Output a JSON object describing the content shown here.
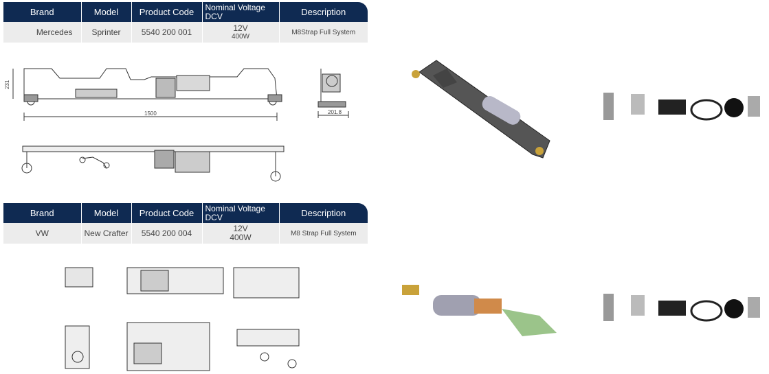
{
  "columns": [
    "Brand",
    "Model",
    "Product Code",
    "Nominal Voltage DCV",
    "Description"
  ],
  "products": [
    {
      "brand": "Mercedes",
      "model": "Sprinter",
      "product_code": "5540 200 001",
      "voltage": "12V",
      "power": "400W",
      "description": "M8Strap Full System",
      "dimensions": {
        "height": "231",
        "length": "1500",
        "depth": "201.8"
      }
    },
    {
      "brand": "VW",
      "model": "New Crafter",
      "product_code": "5540 200 004",
      "voltage": "12V",
      "power": "400W",
      "description": "M8 Strap Full System"
    }
  ],
  "colors": {
    "header_bg": "#0f2a52",
    "row_bg": "#ececec",
    "line": "#333333"
  }
}
